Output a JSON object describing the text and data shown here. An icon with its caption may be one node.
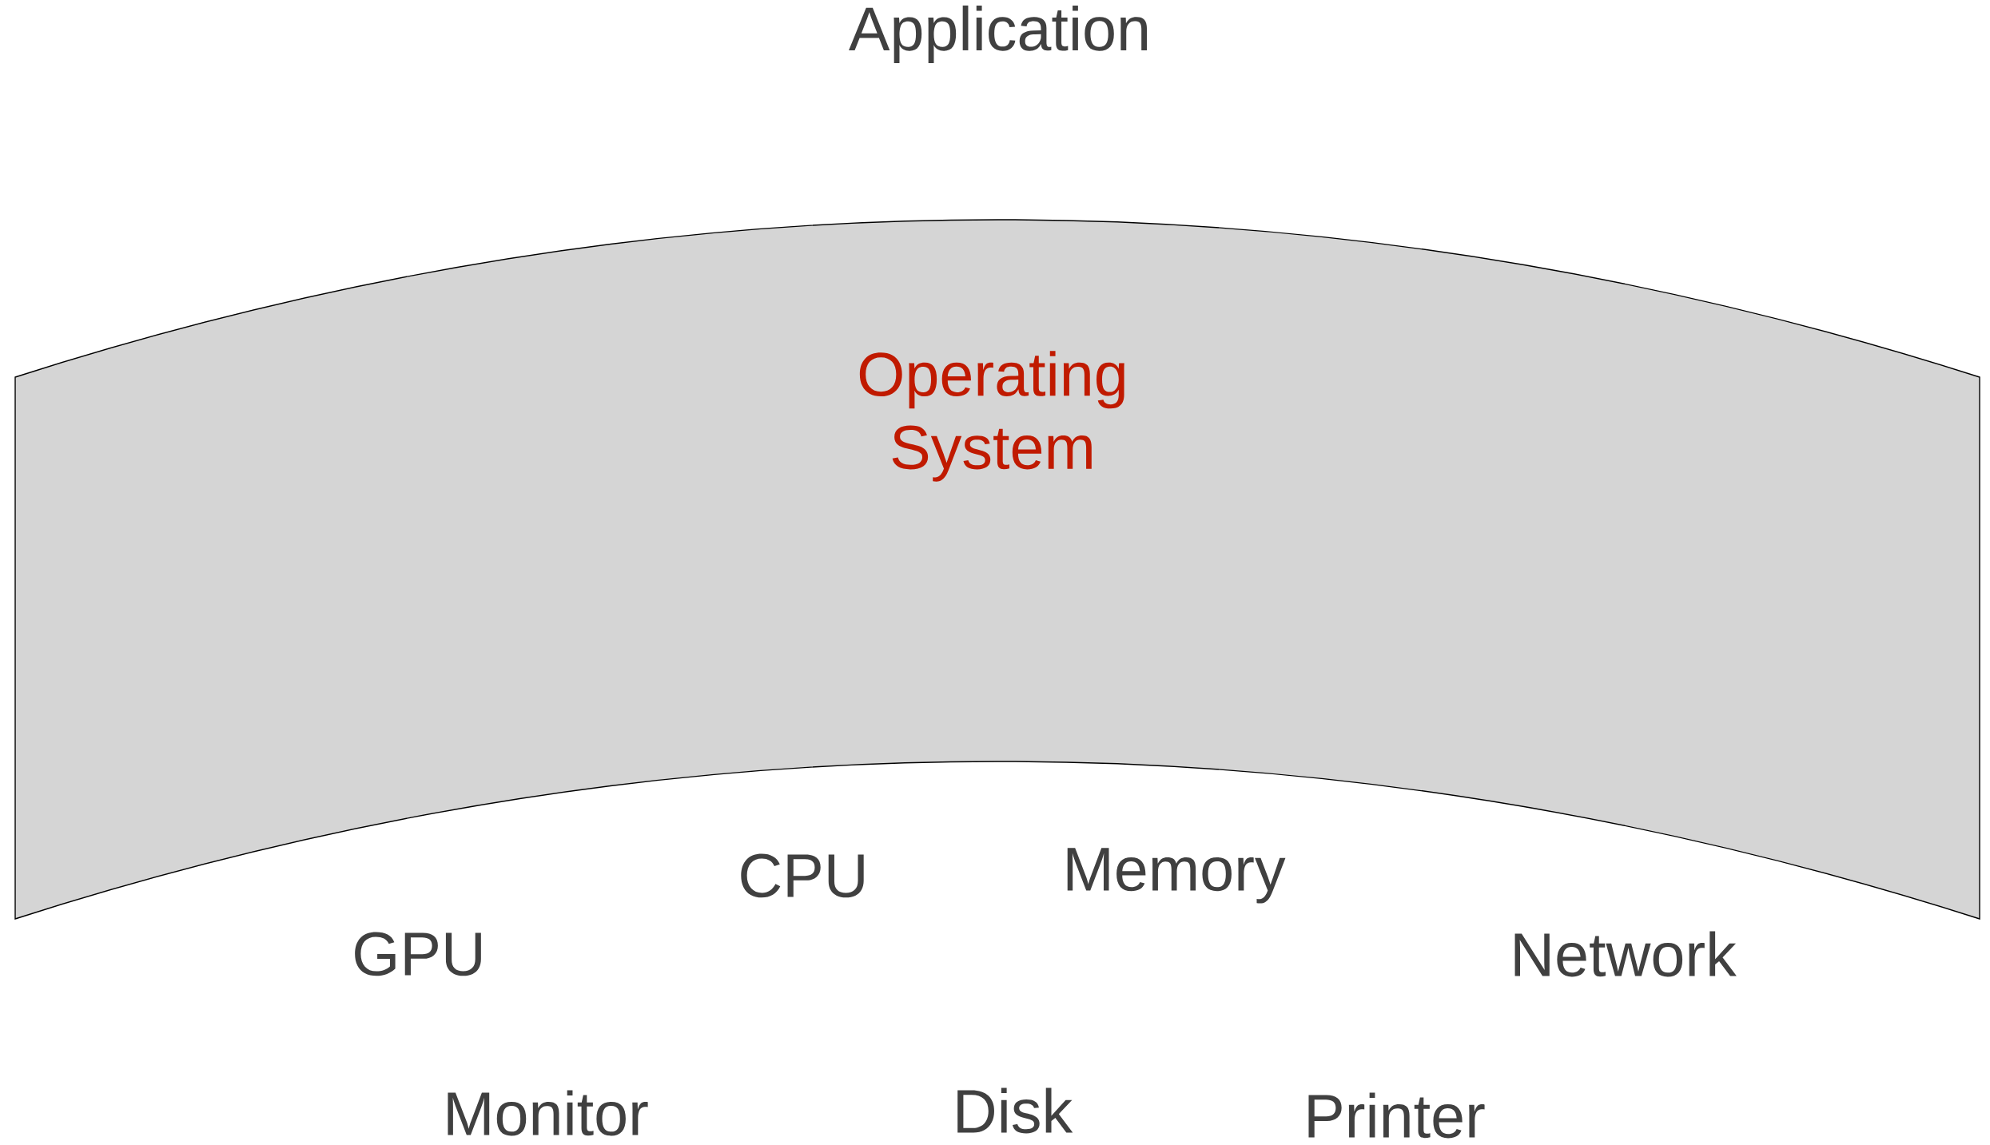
{
  "diagram": {
    "nodes": [
      {
        "text": [
          "Operating System"
        ]
      }
    ],
    "labels": [
      "Application",
      "CPU",
      "Memory",
      "GPU",
      "Network",
      "Monitor",
      "Disk",
      "Printer"
    ]
  }
}
